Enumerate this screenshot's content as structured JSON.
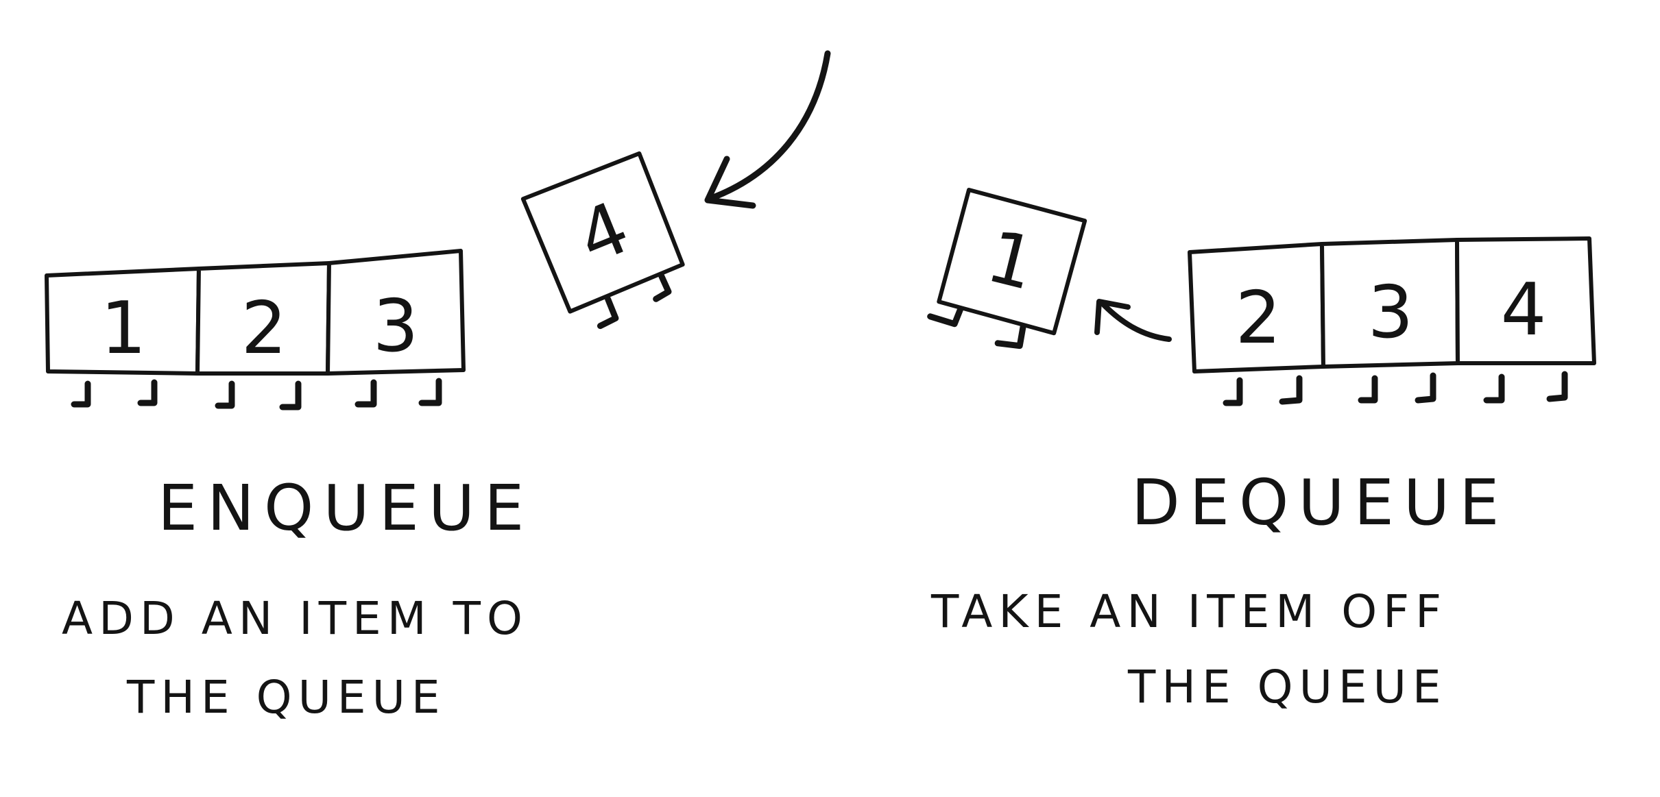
{
  "enqueue": {
    "title": "ENQUEUE",
    "caption_line1": "ADD AN ITEM TO",
    "caption_line2": "THE QUEUE",
    "queue_items": [
      "1",
      "2",
      "3"
    ],
    "incoming_item": "4"
  },
  "dequeue": {
    "title": "DEQUEUE",
    "caption_line1": "TAKE AN ITEM OFF",
    "caption_line2": "THE QUEUE",
    "queue_items": [
      "2",
      "3",
      "4"
    ],
    "outgoing_item": "1"
  }
}
